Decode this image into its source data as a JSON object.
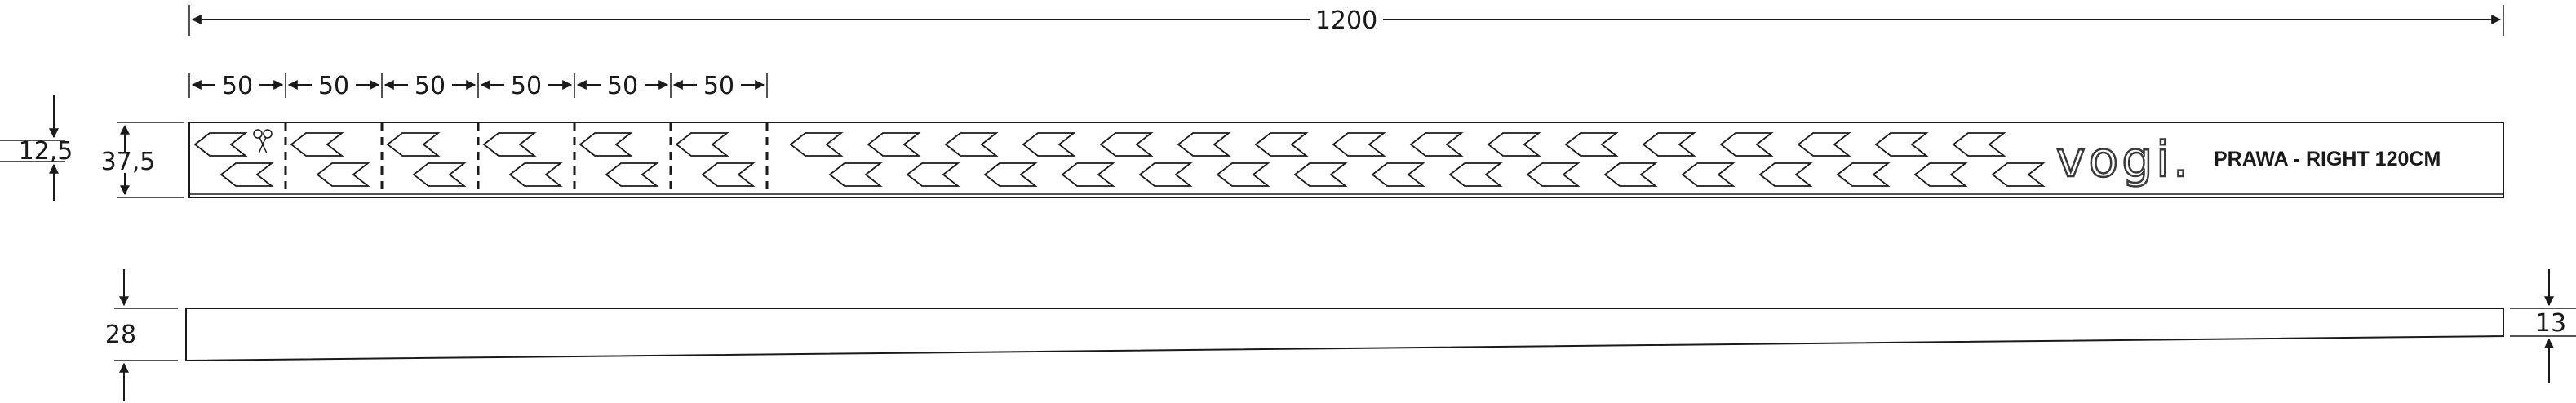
{
  "dimensions": {
    "total_length": "1200",
    "segment_labels": [
      "50",
      "50",
      "50",
      "50",
      "50",
      "50"
    ],
    "strip_height": "37,5",
    "slot_spacing": "12,5",
    "profile_left_height": "28",
    "profile_right_height": "13"
  },
  "strip": {
    "brand": "vogi.",
    "label": "PRAWA - RIGHT 120CM"
  }
}
